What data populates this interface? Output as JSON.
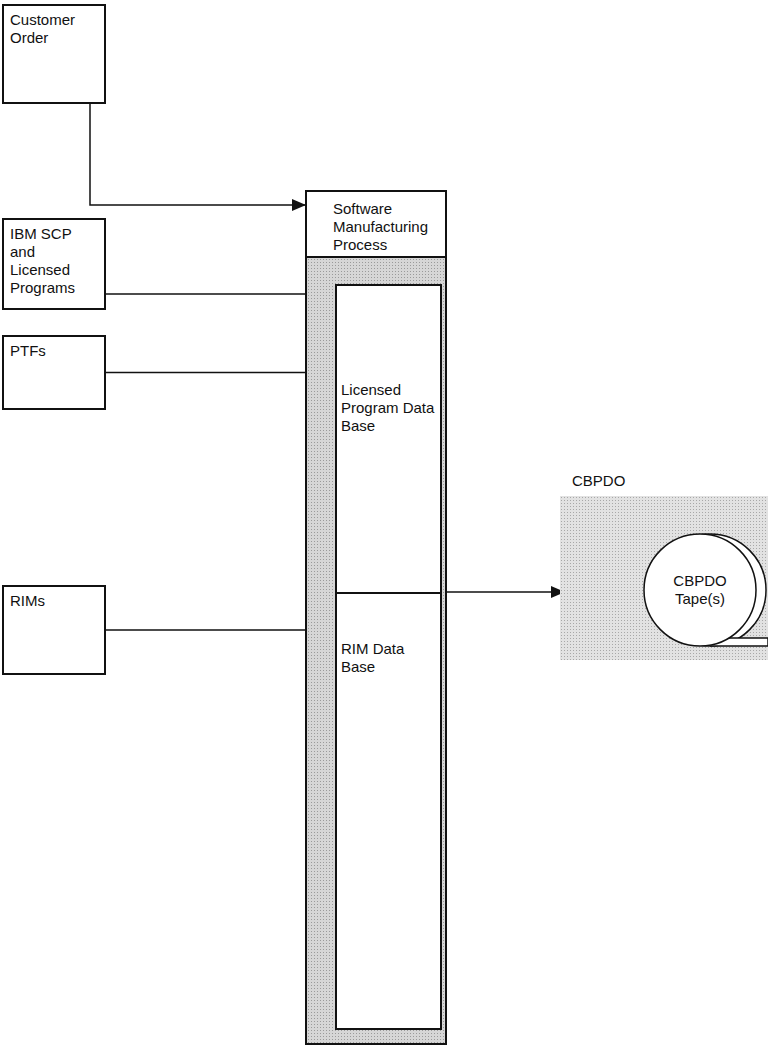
{
  "diagram": {
    "nodes": [
      {
        "text": [
          "Customer Order"
        ]
      },
      {
        "text": [
          "Software Manufacturing Process"
        ]
      },
      {
        "text": [
          "IBM SCP and Licensed Programs"
        ]
      },
      {
        "text": [
          "Licensed Program Data Base"
        ],
        "in": 1
      },
      {
        "text": [
          "PTFs"
        ]
      },
      {
        "text": [
          "RIMs"
        ]
      },
      {
        "text": [
          "RIM Data Base"
        ],
        "in": 1
      },
      {
        "text": [
          "CBPDO",
          "CBPDO Tape(s)"
        ]
      }
    ],
    "edges": [
      {
        "from": 0,
        "to": 1,
        "arrow": "to"
      },
      {
        "from": 2,
        "to": 3,
        "arrow": "to"
      },
      {
        "from": 4,
        "to": 3,
        "arrow": "to"
      },
      {
        "from": 5,
        "to": 6,
        "arrow": "to"
      },
      {
        "from": 1,
        "to": 7,
        "arrow": "to"
      }
    ]
  }
}
